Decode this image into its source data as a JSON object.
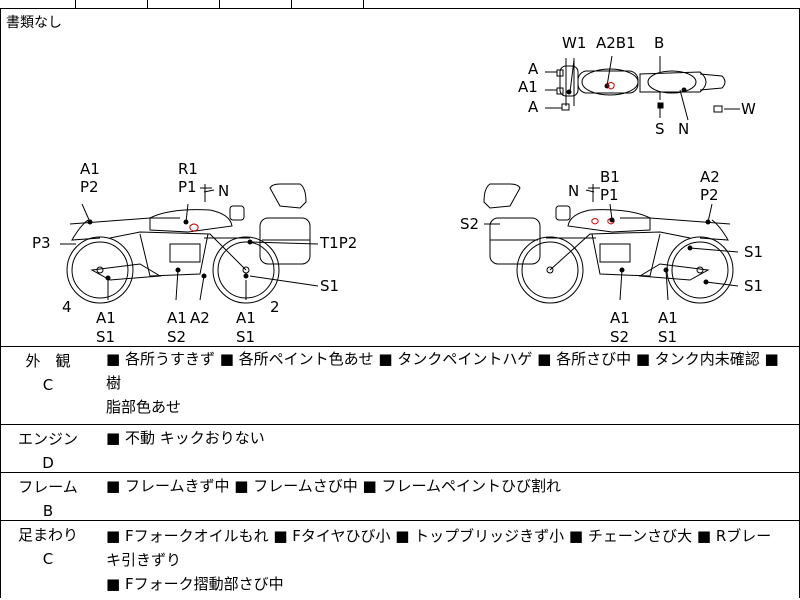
{
  "documents": {
    "label": "書類なし"
  },
  "diagram": {
    "top_view": {
      "labels": [
        "W1",
        "A2B1",
        "B",
        "A",
        "A1",
        "A",
        "S",
        "N",
        "W"
      ]
    },
    "left_view": {
      "labels": [
        "A1",
        "P2",
        "R1",
        "P1",
        "N",
        "P3",
        "T1P2",
        "S1",
        "4",
        "2",
        "A1",
        "S1",
        "A1",
        "S2",
        "A2",
        "A1",
        "S1"
      ]
    },
    "right_view": {
      "labels": [
        "B1",
        "P1",
        "N",
        "A2",
        "P2",
        "S2",
        "S1",
        "S1",
        "A1",
        "S2",
        "A1",
        "S1"
      ]
    }
  },
  "sections": [
    {
      "category": "外　観",
      "grade": "C",
      "notes": [
        "■ 各所うすきず ■ 各所ペイント色あせ ■ タンクペイントハゲ ■ 各所さび中 ■ タンク内未確認 ■ 樹",
        "脂部色あせ"
      ]
    },
    {
      "category": "エンジン",
      "grade": "D",
      "notes": [
        "■ 不動 キックおりない"
      ]
    },
    {
      "category": "フレーム",
      "grade": "B",
      "notes": [
        "■ フレームきず中 ■ フレームさび中 ■ フレームペイントひび割れ"
      ]
    },
    {
      "category": "足まわり",
      "grade": "C",
      "notes": [
        "■ Fフォークオイルもれ ■ Fタイヤひび小 ■ トップブリッジきず小 ■ チェーンさび大 ■ Rブレーキ引きずり",
        "■ Fフォーク摺動部さび中"
      ]
    }
  ]
}
